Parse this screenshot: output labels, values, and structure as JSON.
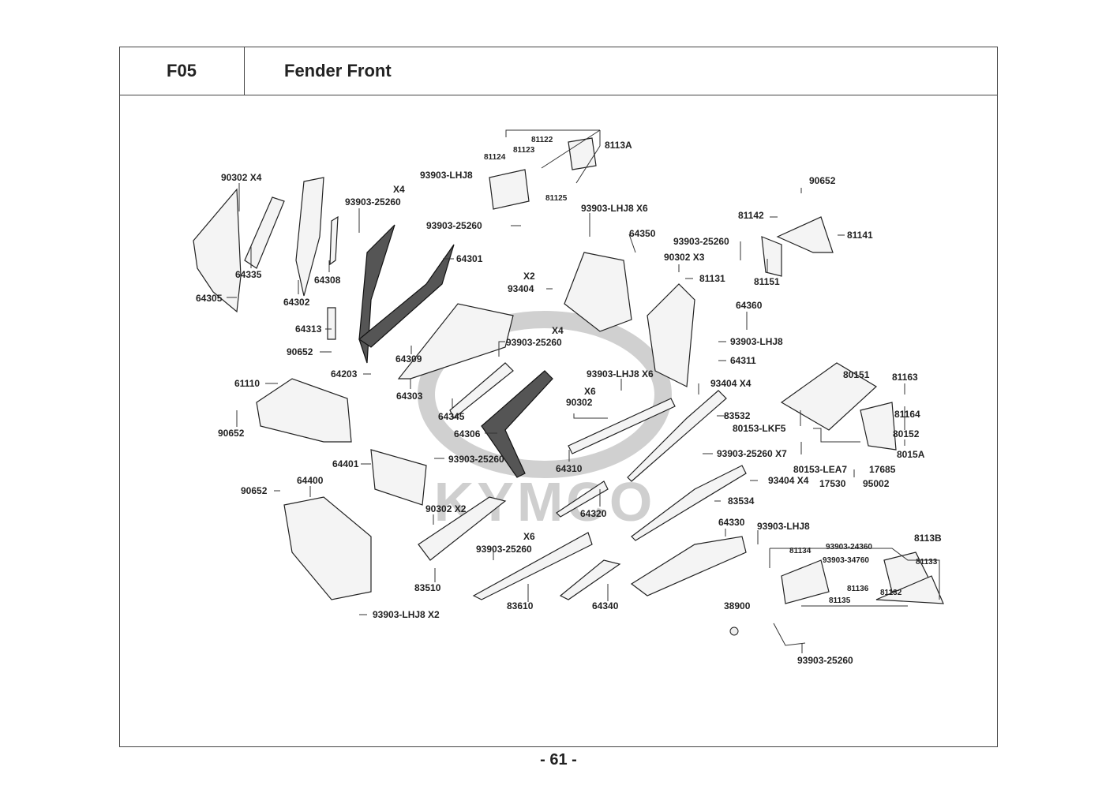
{
  "header": {
    "section_code": "F05",
    "title": "Fender Front"
  },
  "footer": {
    "page_number": "- 61 -"
  },
  "watermark": "KYMCO",
  "callouts": [
    {
      "id": "c1",
      "label": "90302  X4"
    },
    {
      "id": "c2",
      "label": "64335"
    },
    {
      "id": "c3",
      "label": "64305"
    },
    {
      "id": "c4",
      "label": "64302"
    },
    {
      "id": "c5",
      "label": "64308"
    },
    {
      "id": "c6",
      "label": "X4"
    },
    {
      "id": "c7",
      "label": "93903-25260"
    },
    {
      "id": "c8",
      "label": "93903-LHJ8"
    },
    {
      "id": "c9",
      "label": "81122"
    },
    {
      "id": "c10",
      "label": "81123"
    },
    {
      "id": "c11",
      "label": "81124"
    },
    {
      "id": "c12",
      "label": "81125"
    },
    {
      "id": "c13",
      "label": "8113A"
    },
    {
      "id": "c14",
      "label": "93903-25260"
    },
    {
      "id": "c15",
      "label": "64301"
    },
    {
      "id": "c16",
      "label": "X2"
    },
    {
      "id": "c17",
      "label": "93404"
    },
    {
      "id": "c18",
      "label": "93903-LHJ8 X6"
    },
    {
      "id": "c19",
      "label": "64350"
    },
    {
      "id": "c20",
      "label": "90652"
    },
    {
      "id": "c21",
      "label": "81142"
    },
    {
      "id": "c22",
      "label": "81141"
    },
    {
      "id": "c23",
      "label": "93903-25260"
    },
    {
      "id": "c24",
      "label": "90302  X3"
    },
    {
      "id": "c25",
      "label": "81131"
    },
    {
      "id": "c26",
      "label": "81151"
    },
    {
      "id": "c27",
      "label": "64360"
    },
    {
      "id": "c28",
      "label": "93903-LHJ8"
    },
    {
      "id": "c29",
      "label": "64311"
    },
    {
      "id": "c30",
      "label": "64313"
    },
    {
      "id": "c31",
      "label": "90652"
    },
    {
      "id": "c32",
      "label": "64203"
    },
    {
      "id": "c33",
      "label": "64309"
    },
    {
      "id": "c34",
      "label": "64303"
    },
    {
      "id": "c35",
      "label": "X4"
    },
    {
      "id": "c36",
      "label": "93903-25260"
    },
    {
      "id": "c37",
      "label": "64345"
    },
    {
      "id": "c38",
      "label": "64306"
    },
    {
      "id": "c39",
      "label": "61110"
    },
    {
      "id": "c40",
      "label": "90652"
    },
    {
      "id": "c41",
      "label": "64401"
    },
    {
      "id": "c42",
      "label": "93903-25260"
    },
    {
      "id": "c43",
      "label": "93903-LHJ8 X6"
    },
    {
      "id": "c44",
      "label": "X6"
    },
    {
      "id": "c45",
      "label": "90302"
    },
    {
      "id": "c46",
      "label": "64310"
    },
    {
      "id": "c47",
      "label": "93404   X4"
    },
    {
      "id": "c48",
      "label": "83532"
    },
    {
      "id": "c49",
      "label": "93903-25260 X7"
    },
    {
      "id": "c50",
      "label": "80151"
    },
    {
      "id": "c51",
      "label": "81163"
    },
    {
      "id": "c52",
      "label": "81164"
    },
    {
      "id": "c53",
      "label": "80153-LKF5"
    },
    {
      "id": "c54",
      "label": "80152"
    },
    {
      "id": "c55",
      "label": "8015A"
    },
    {
      "id": "c56",
      "label": "80153-LEA7"
    },
    {
      "id": "c57",
      "label": "17685"
    },
    {
      "id": "c58",
      "label": "17530"
    },
    {
      "id": "c59",
      "label": "95002"
    },
    {
      "id": "c60",
      "label": "93404  X4"
    },
    {
      "id": "c61",
      "label": "83534"
    },
    {
      "id": "c62",
      "label": "90652"
    },
    {
      "id": "c63",
      "label": "64400"
    },
    {
      "id": "c64",
      "label": "90302  X2"
    },
    {
      "id": "c65",
      "label": "64320"
    },
    {
      "id": "c66",
      "label": "83510"
    },
    {
      "id": "c67",
      "label": "X6"
    },
    {
      "id": "c68",
      "label": "93903-25260"
    },
    {
      "id": "c69",
      "label": "83610"
    },
    {
      "id": "c70",
      "label": "64340"
    },
    {
      "id": "c71",
      "label": "64330"
    },
    {
      "id": "c72",
      "label": "93903-LHJ8"
    },
    {
      "id": "c73",
      "label": "8113B"
    },
    {
      "id": "c74",
      "label": "81134"
    },
    {
      "id": "c75",
      "label": "93903-24360"
    },
    {
      "id": "c76",
      "label": "93903-34760"
    },
    {
      "id": "c77",
      "label": "81133"
    },
    {
      "id": "c78",
      "label": "81136"
    },
    {
      "id": "c79",
      "label": "81132"
    },
    {
      "id": "c80",
      "label": "81135"
    },
    {
      "id": "c81",
      "label": "38900"
    },
    {
      "id": "c82",
      "label": "93903-25260"
    },
    {
      "id": "c83",
      "label": "93903-LHJ8 X2"
    }
  ]
}
